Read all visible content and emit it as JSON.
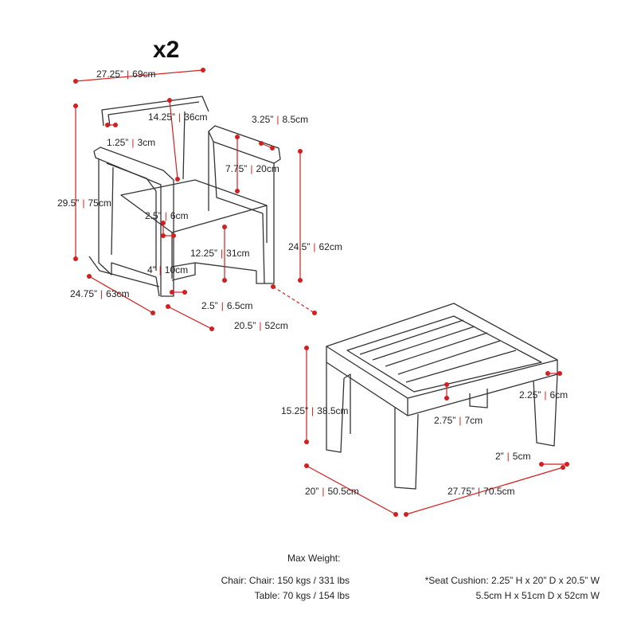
{
  "quantity": "x2",
  "accent_color": "#d21f1f",
  "chair": {
    "dimensions": [
      {
        "id": "overall-width",
        "imperial": "27.25”",
        "metric": "69cm"
      },
      {
        "id": "back-depth",
        "imperial": "14.25”",
        "metric": "36cm"
      },
      {
        "id": "arm-top-width",
        "imperial": "3.25”",
        "metric": "8.5cm"
      },
      {
        "id": "back-thickness",
        "imperial": "1.25”",
        "metric": "3cm"
      },
      {
        "id": "arm-panel-height",
        "imperial": "7.75”",
        "metric": "20cm"
      },
      {
        "id": "overall-height",
        "imperial": "29.5”",
        "metric": "75cm"
      },
      {
        "id": "cushion-thickness",
        "imperial": "2.5”",
        "metric": "6cm"
      },
      {
        "id": "arm-height",
        "imperial": "24.5”",
        "metric": "62cm"
      },
      {
        "id": "seat-height",
        "imperial": "12.25”",
        "metric": "31cm"
      },
      {
        "id": "leg-width",
        "imperial": "4”",
        "metric": "10cm"
      },
      {
        "id": "overall-depth",
        "imperial": "24.75”",
        "metric": "63cm"
      },
      {
        "id": "leg-depth",
        "imperial": "2.5”",
        "metric": "6.5cm"
      },
      {
        "id": "seat-width",
        "imperial": "20.5”",
        "metric": "52cm"
      }
    ]
  },
  "table": {
    "dimensions": [
      {
        "id": "table-height",
        "imperial": "15.25”",
        "metric": "38.5cm"
      },
      {
        "id": "apron-height",
        "imperial": "2.25”",
        "metric": "6cm"
      },
      {
        "id": "top-thickness",
        "imperial": "2.75”",
        "metric": "7cm"
      },
      {
        "id": "leg-width",
        "imperial": "2”",
        "metric": "5cm"
      },
      {
        "id": "table-depth",
        "imperial": "20”",
        "metric": "50.5cm"
      },
      {
        "id": "table-width",
        "imperial": "27.75”",
        "metric": "70.5cm"
      }
    ]
  },
  "specs": {
    "heading": "Max Weight:",
    "chair_weight": "Chair: Chair: 150 kgs / 331 lbs",
    "table_weight": "Table: 70 kgs / 154 lbs",
    "cushion_line1": "*Seat Cushion: 2.25” H x 20” D x 20.5” W",
    "cushion_line2": "5.5cm H x 51cm D x 52cm W"
  }
}
